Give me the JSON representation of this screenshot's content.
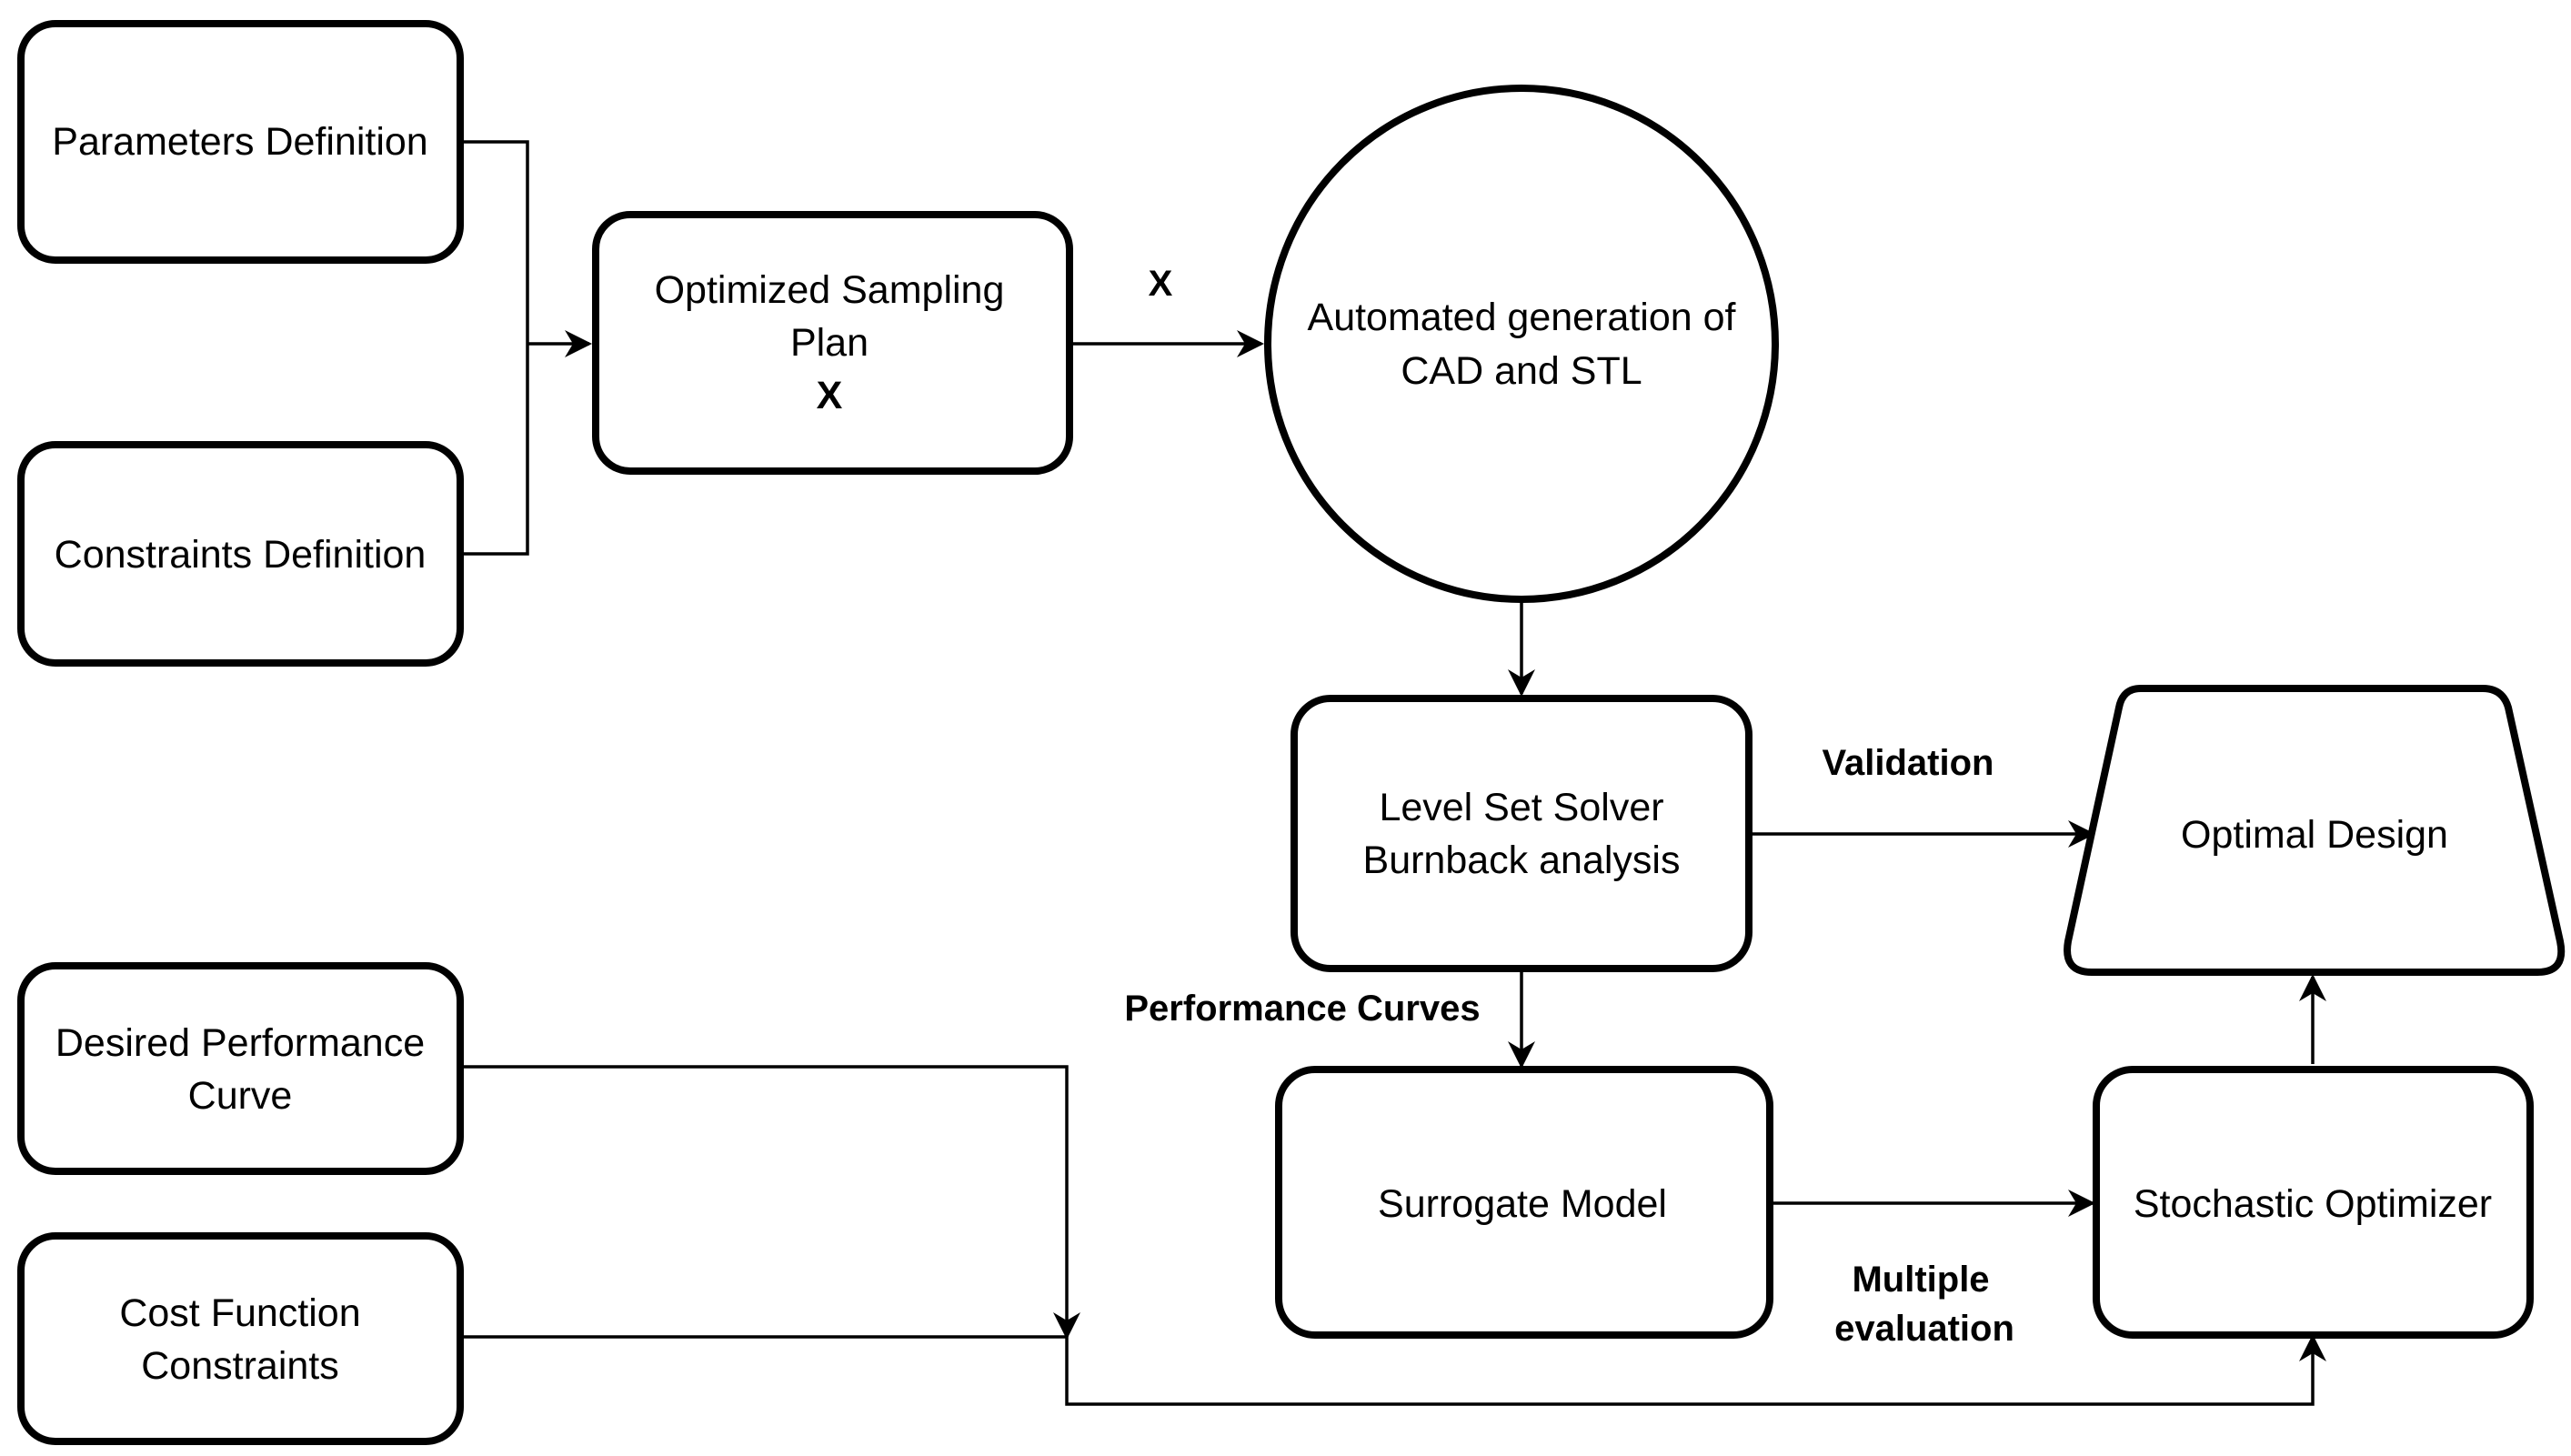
{
  "nodes": {
    "parameters_definition": {
      "lines": [
        "Parameters Definition"
      ]
    },
    "constraints_definition": {
      "lines": [
        "Constraints Definition"
      ]
    },
    "sampling_plan": {
      "lines": [
        "Optimized Sampling",
        "Plan",
        "X"
      ]
    },
    "cad_generation": {
      "lines": [
        "Automated generation of",
        "CAD and STL"
      ]
    },
    "level_set_solver": {
      "lines": [
        "Level Set Solver",
        "Burnback analysis"
      ]
    },
    "optimal_design": {
      "lines": [
        "Optimal Design"
      ]
    },
    "desired_performance": {
      "lines": [
        "Desired Performance",
        "Curve"
      ]
    },
    "cost_function": {
      "lines": [
        "Cost Function",
        "Constraints"
      ]
    },
    "surrogate_model": {
      "lines": [
        "Surrogate Model"
      ]
    },
    "stochastic_optimizer": {
      "lines": [
        "Stochastic Optimizer"
      ]
    }
  },
  "edge_labels": {
    "x_label": "X",
    "validation": "Validation",
    "performance_curves": "Performance Curves",
    "multiple_evaluation": [
      "Multiple",
      "evaluation"
    ]
  }
}
